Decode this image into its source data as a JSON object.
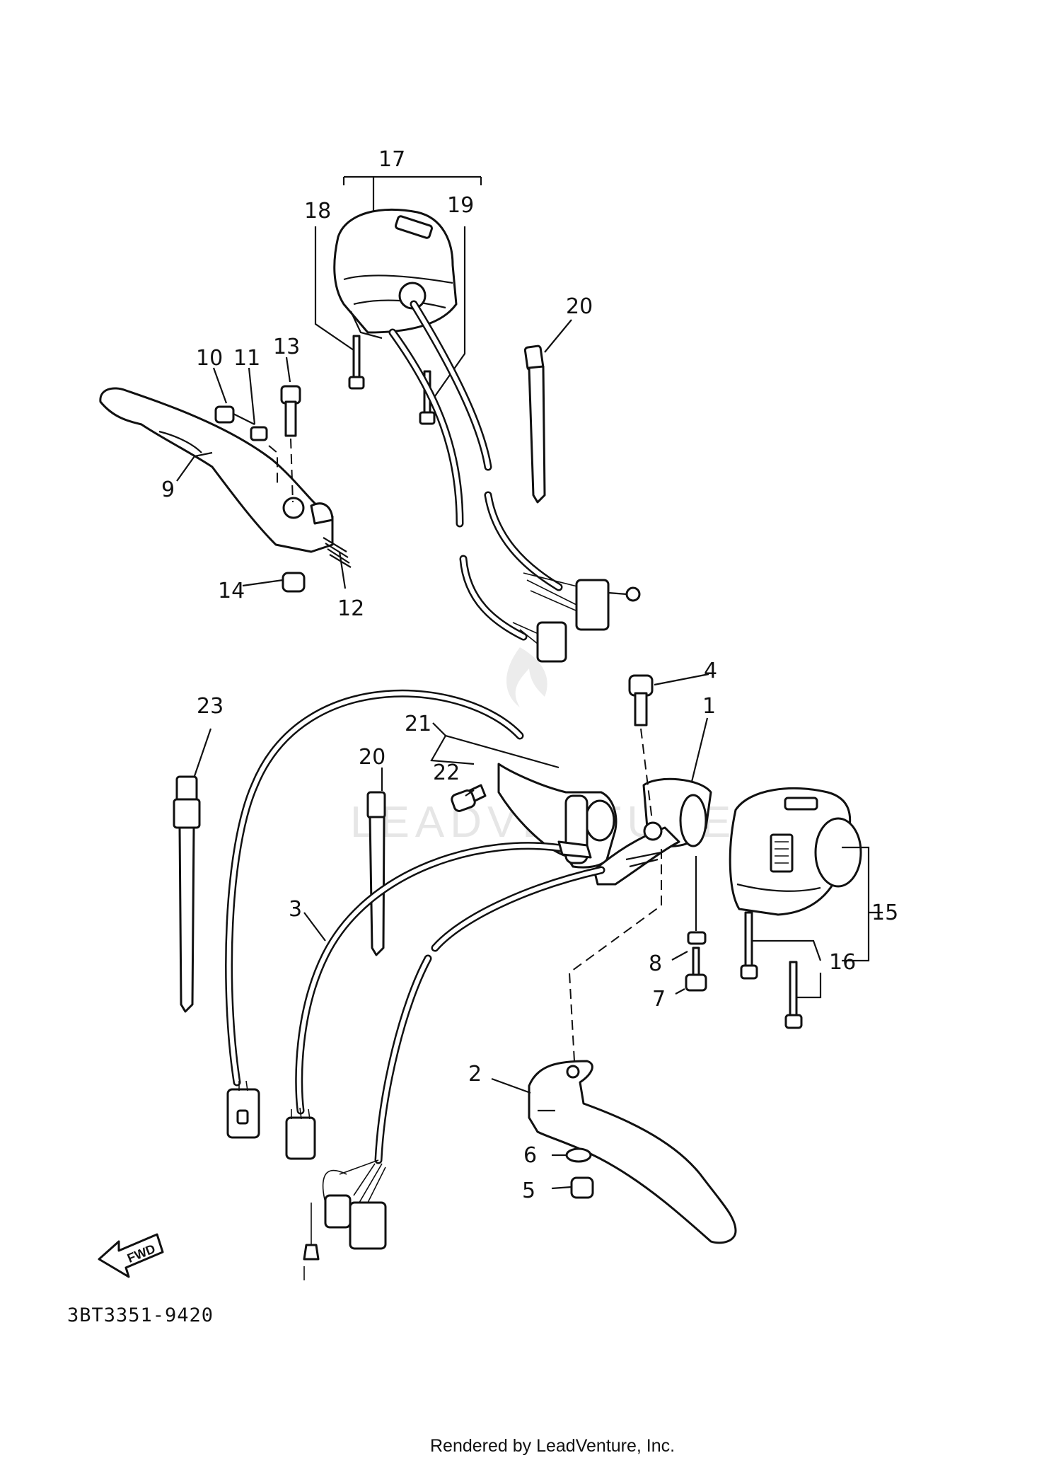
{
  "diagram": {
    "callouts": [
      {
        "id": "c1",
        "text": "1"
      },
      {
        "id": "c2",
        "text": "2"
      },
      {
        "id": "c3",
        "text": "3"
      },
      {
        "id": "c4",
        "text": "4"
      },
      {
        "id": "c5",
        "text": "5"
      },
      {
        "id": "c6",
        "text": "6"
      },
      {
        "id": "c7",
        "text": "7"
      },
      {
        "id": "c8",
        "text": "8"
      },
      {
        "id": "c9",
        "text": "9"
      },
      {
        "id": "c10",
        "text": "10"
      },
      {
        "id": "c11",
        "text": "11"
      },
      {
        "id": "c12",
        "text": "12"
      },
      {
        "id": "c13",
        "text": "13"
      },
      {
        "id": "c14",
        "text": "14"
      },
      {
        "id": "c15",
        "text": "15"
      },
      {
        "id": "c16",
        "text": "16"
      },
      {
        "id": "c17",
        "text": "17"
      },
      {
        "id": "c18",
        "text": "18"
      },
      {
        "id": "c19",
        "text": "19"
      },
      {
        "id": "c20a",
        "text": "20"
      },
      {
        "id": "c20b",
        "text": "20"
      },
      {
        "id": "c21",
        "text": "21"
      },
      {
        "id": "c22",
        "text": "22"
      },
      {
        "id": "c23",
        "text": "23"
      }
    ],
    "direction_badge": "FWD",
    "diagram_code": "3BT3351-9420",
    "watermark": "LEADVENTURE",
    "footer": "Rendered by LeadVenture, Inc."
  }
}
